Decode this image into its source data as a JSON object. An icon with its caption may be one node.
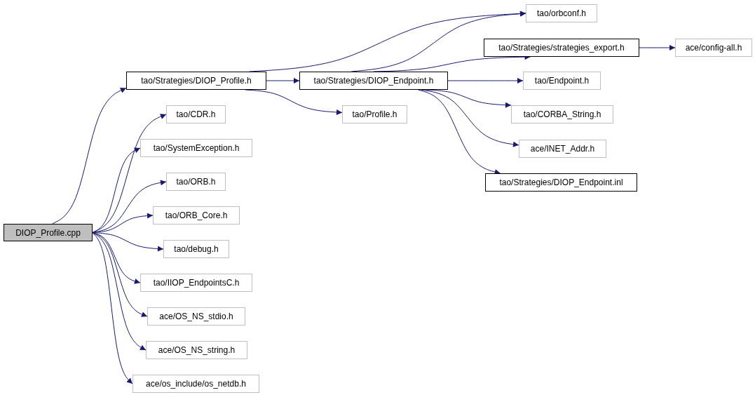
{
  "diagram": {
    "nodes": [
      {
        "text": [
          "DIOP_Profile.cpp"
        ]
      },
      {
        "text": [
          "tao/Strategies/DIOP_Profile.h"
        ]
      },
      {
        "text": [
          "tao/Strategies/DIOP_Endpoint.h"
        ]
      },
      {
        "text": [
          "tao/orbconf.h"
        ]
      },
      {
        "text": [
          "tao/Strategies/strategies_export.h"
        ]
      },
      {
        "text": [
          "ace/config-all.h"
        ]
      },
      {
        "text": [
          "tao/Endpoint.h"
        ]
      },
      {
        "text": [
          "tao/CORBA_String.h"
        ]
      },
      {
        "text": [
          "ace/INET_Addr.h"
        ]
      },
      {
        "text": [
          "tao/Strategies/DIOP_Endpoint.inl"
        ]
      },
      {
        "text": [
          "tao/Profile.h"
        ]
      },
      {
        "text": [
          "tao/CDR.h"
        ]
      },
      {
        "text": [
          "tao/SystemException.h"
        ]
      },
      {
        "text": [
          "tao/ORB.h"
        ]
      },
      {
        "text": [
          "tao/ORB_Core.h"
        ]
      },
      {
        "text": [
          "tao/debug.h"
        ]
      },
      {
        "text": [
          "tao/IIOP_EndpointsC.h"
        ]
      },
      {
        "text": [
          "ace/OS_NS_stdio.h"
        ]
      },
      {
        "text": [
          "ace/OS_NS_string.h"
        ]
      },
      {
        "text": [
          "ace/os_include/os_netdb.h"
        ]
      }
    ],
    "edges": [
      {
        "from": 0,
        "to": 1,
        "arrow": "to"
      },
      {
        "from": 0,
        "to": 11,
        "arrow": "to"
      },
      {
        "from": 0,
        "to": 12,
        "arrow": "to"
      },
      {
        "from": 0,
        "to": 13,
        "arrow": "to"
      },
      {
        "from": 0,
        "to": 14,
        "arrow": "to"
      },
      {
        "from": 0,
        "to": 15,
        "arrow": "to"
      },
      {
        "from": 0,
        "to": 16,
        "arrow": "to"
      },
      {
        "from": 0,
        "to": 17,
        "arrow": "to"
      },
      {
        "from": 0,
        "to": 18,
        "arrow": "to"
      },
      {
        "from": 0,
        "to": 19,
        "arrow": "to"
      },
      {
        "from": 1,
        "to": 2,
        "arrow": "to"
      },
      {
        "from": 1,
        "to": 3,
        "arrow": "to"
      },
      {
        "from": 1,
        "to": 10,
        "arrow": "to"
      },
      {
        "from": 2,
        "to": 3,
        "arrow": "to"
      },
      {
        "from": 2,
        "to": 4,
        "arrow": "to"
      },
      {
        "from": 2,
        "to": 6,
        "arrow": "to"
      },
      {
        "from": 2,
        "to": 7,
        "arrow": "to"
      },
      {
        "from": 2,
        "to": 8,
        "arrow": "to"
      },
      {
        "from": 2,
        "to": 9,
        "arrow": "to"
      },
      {
        "from": 4,
        "to": 5,
        "arrow": "to"
      }
    ]
  }
}
